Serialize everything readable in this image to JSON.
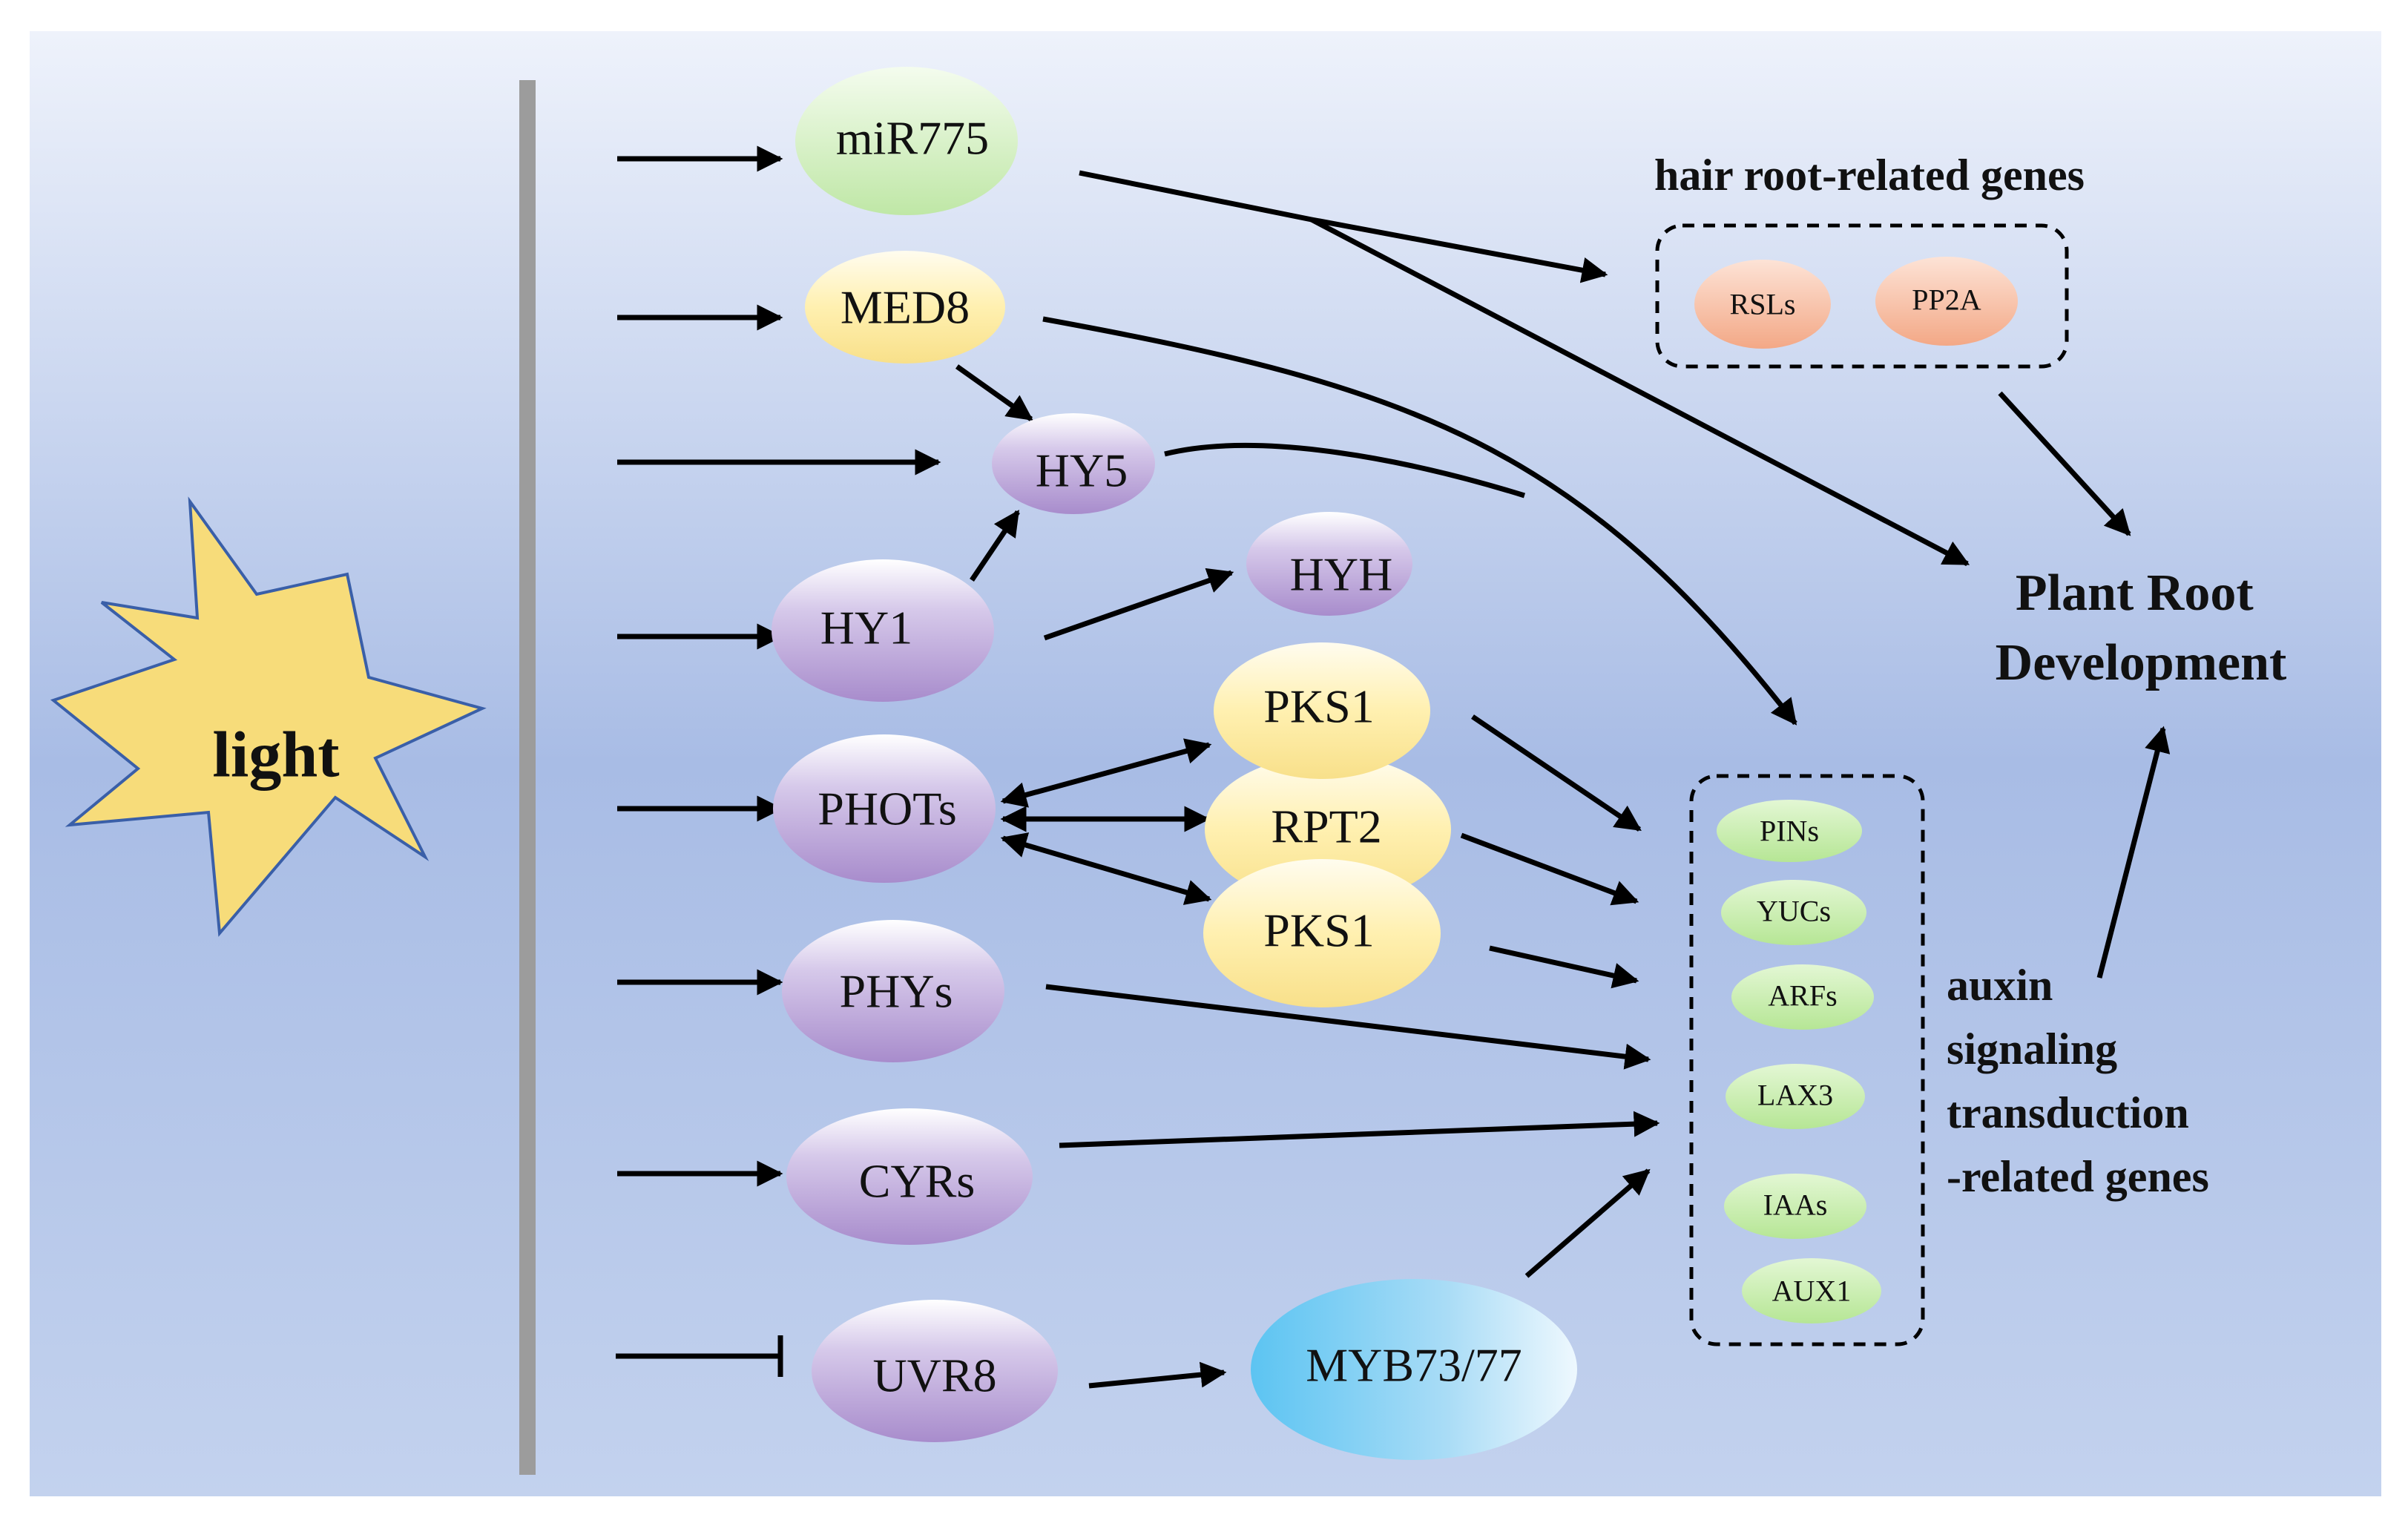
{
  "source": {
    "label": "light",
    "color": "#f7dc7a"
  },
  "nodes": {
    "mir775": {
      "label": "miR775"
    },
    "med8": {
      "label": "MED8"
    },
    "hy5": {
      "label": "HY5"
    },
    "hy1": {
      "label": "HY1"
    },
    "hyh": {
      "label": "HYH"
    },
    "pks1_top": {
      "label": "PKS1"
    },
    "phots": {
      "label": "PHOTs"
    },
    "rpt2": {
      "label": "RPT2"
    },
    "pks1_bottom": {
      "label": "PKS1"
    },
    "phys": {
      "label": "PHYs"
    },
    "cyrs": {
      "label": "CYRs"
    },
    "uvr8": {
      "label": "UVR8"
    },
    "myb": {
      "label": "MYB73/77"
    }
  },
  "hair_root_group": {
    "title": "hair root-related genes",
    "genes": [
      "RSLs",
      "PP2A"
    ]
  },
  "auxin_group": {
    "title_lines": [
      "auxin",
      "signaling",
      "transduction",
      "-related genes"
    ],
    "genes": [
      "PINs",
      "YUCs",
      "ARFs",
      "LAX3",
      "IAAs",
      "AUX1"
    ]
  },
  "outcome": {
    "title_lines": [
      "Plant Root",
      "Development"
    ]
  },
  "colors": {
    "background_top": "#e6ecf8",
    "background_mid": "#a9bde6",
    "purple": "#b9a3d6",
    "yellow": "#fbeaa0",
    "green": "#c8ecb0",
    "orange": "#f5b496",
    "blue": "#7fcdf2"
  }
}
